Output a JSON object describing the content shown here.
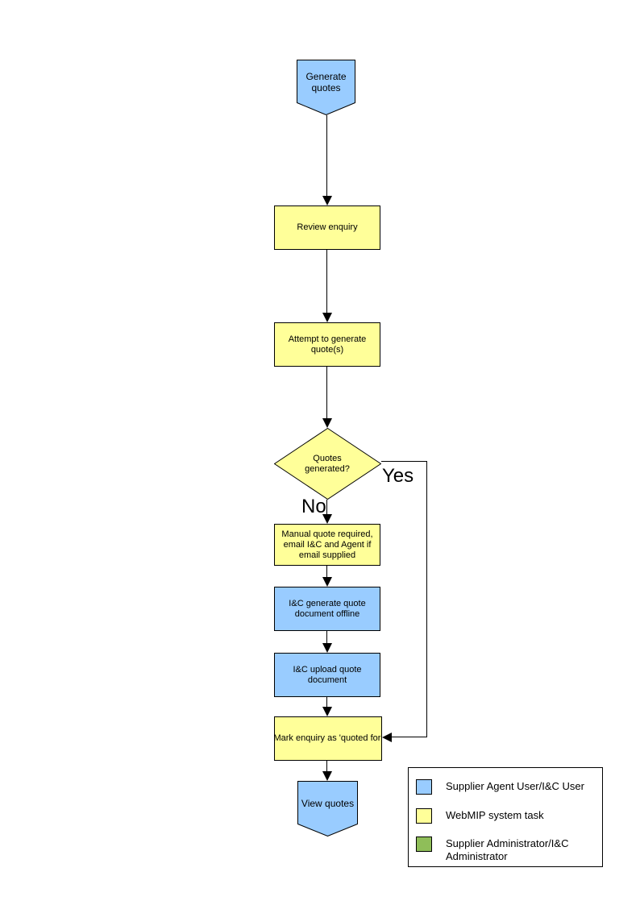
{
  "colors": {
    "actor_blue": "#99CCFF",
    "system_yellow": "#FFFF99",
    "admin_green": "#8FBE59",
    "line_black": "#000000"
  },
  "flowchart": {
    "nodes": {
      "start": "Generate quotes",
      "review": "Review enquiry",
      "attempt": "Attempt to generate quote(s)",
      "decision": "Quotes generated?",
      "manual": "Manual quote required, email I&C and Agent if email supplied",
      "offline": "I&C generate quote document offline",
      "upload": "I&C upload quote document",
      "mark": "Mark enquiry as 'quoted for'",
      "end": "View quotes"
    },
    "branch_labels": {
      "yes": "Yes",
      "no": "No"
    }
  },
  "legend": {
    "items": [
      {
        "swatch": "actor_blue",
        "label": "Supplier Agent User/I&C User"
      },
      {
        "swatch": "system_yellow",
        "label": "WebMIP system task"
      },
      {
        "swatch": "admin_green",
        "label": "Supplier Administrator/I&C Administrator"
      }
    ]
  }
}
